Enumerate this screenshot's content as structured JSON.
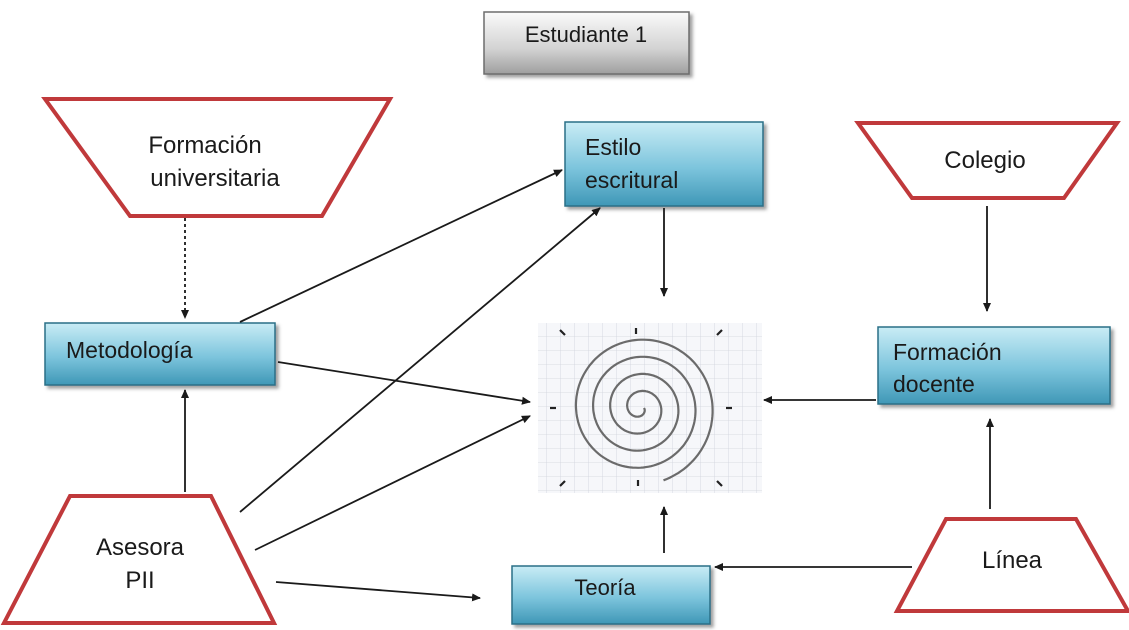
{
  "title": "Estudiante 1",
  "nodes": {
    "formacion_universitaria": {
      "line1": "Formación",
      "line2": "universitaria",
      "shape": "inverted-trapezoid"
    },
    "estilo_escritural": {
      "line1": "Estilo",
      "line2": "escritural",
      "shape": "box"
    },
    "colegio": {
      "label": "Colegio",
      "shape": "inverted-trapezoid"
    },
    "metodologia": {
      "label": "Metodología",
      "shape": "box"
    },
    "formacion_docente": {
      "line1": "Formación",
      "line2": "docente",
      "shape": "box"
    },
    "asesora_pii": {
      "line1": "Asesora",
      "line2": "PII",
      "shape": "trapezoid"
    },
    "teoria": {
      "label": "Teoría",
      "shape": "box"
    },
    "linea": {
      "label": "Línea",
      "shape": "trapezoid"
    },
    "center": {
      "shape": "spiral-on-grid"
    }
  },
  "colors": {
    "trapezoid_border": "#c0393b",
    "box_fill_top": "#bfe7f1",
    "box_fill_bottom": "#4aa3c0",
    "box_border": "#2a6f87",
    "title_fill_top": "#f7f7f7",
    "title_fill_bottom": "#a9a9a9",
    "arrow": "#1a1a1a"
  }
}
